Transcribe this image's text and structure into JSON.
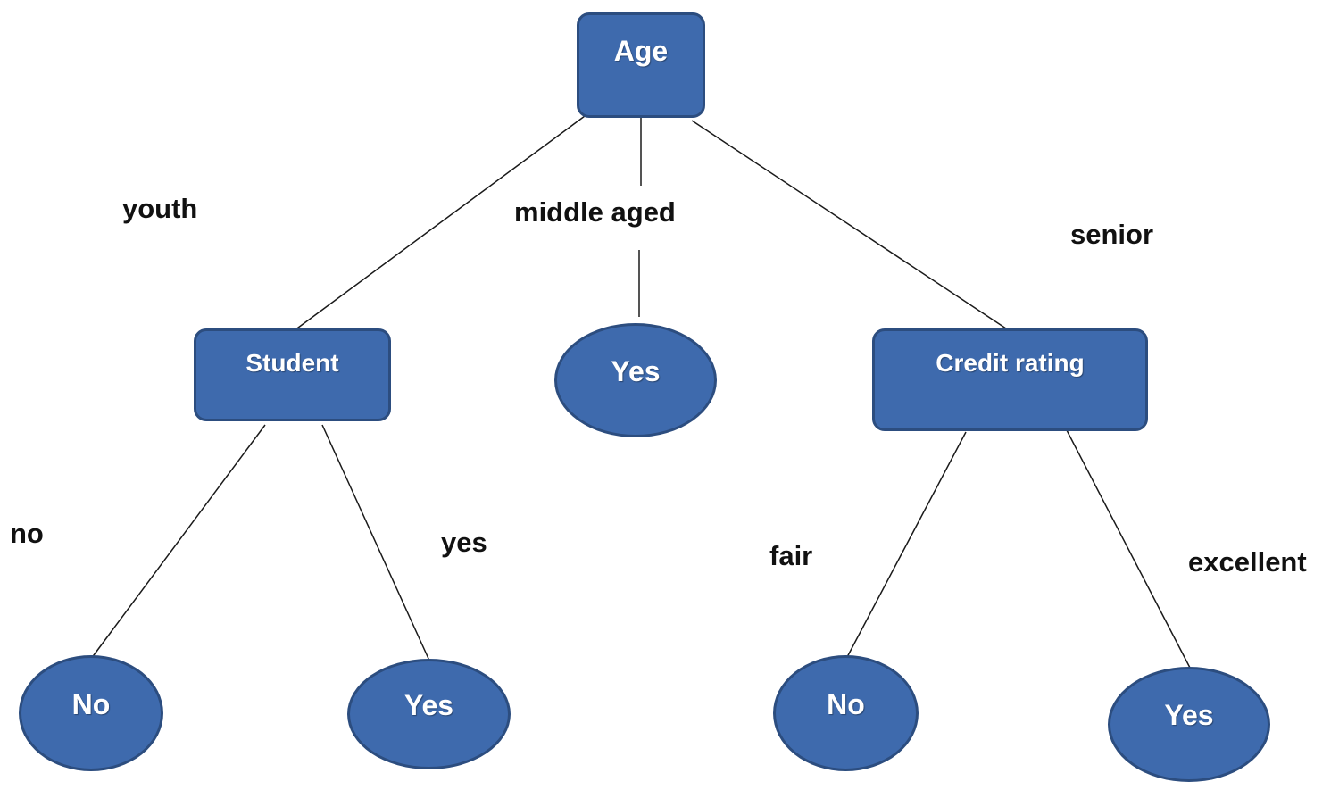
{
  "colors": {
    "node_fill": "#3e6aad",
    "node_border": "#2c4d7f",
    "node_text": "#ffffff",
    "edge": "#1a1a1a",
    "label_text": "#111111",
    "background": "#ffffff"
  },
  "nodes": {
    "age": "Age",
    "student": "Student",
    "credit_rating": "Credit rating",
    "leaf_middle_aged": "Yes",
    "leaf_student_no": "No",
    "leaf_student_yes": "Yes",
    "leaf_credit_fair": "No",
    "leaf_credit_excellent": "Yes"
  },
  "edge_labels": {
    "youth": "youth",
    "middle_aged": "middle aged",
    "senior": "senior",
    "no": "no",
    "yes": "yes",
    "fair": "fair",
    "excellent": "excellent"
  }
}
